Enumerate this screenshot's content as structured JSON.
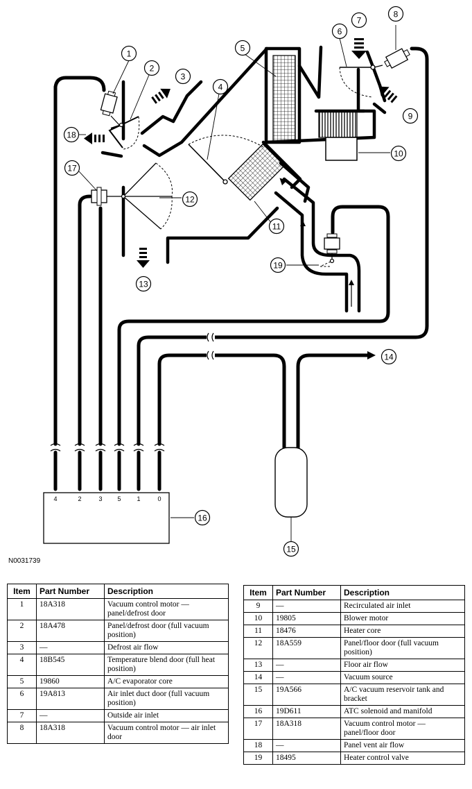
{
  "figure_id": "N0031739",
  "callouts": [
    "1",
    "2",
    "3",
    "4",
    "5",
    "6",
    "7",
    "8",
    "9",
    "10",
    "11",
    "12",
    "13",
    "14",
    "15",
    "16",
    "17",
    "18",
    "19"
  ],
  "manifold_ports": [
    "4",
    "2",
    "3",
    "5",
    "1",
    "0"
  ],
  "table_headers": {
    "item": "Item",
    "part_number": "Part Number",
    "description": "Description"
  },
  "table_left": [
    {
      "item": "1",
      "part": "18A318",
      "desc": "Vacuum control motor — panel/defrost door"
    },
    {
      "item": "2",
      "part": "18A478",
      "desc": "Panel/defrost door (full vacuum position)"
    },
    {
      "item": "3",
      "part": "—",
      "desc": "Defrost air flow"
    },
    {
      "item": "4",
      "part": "18B545",
      "desc": "Temperature blend door (full heat position)"
    },
    {
      "item": "5",
      "part": "19860",
      "desc": "A/C evaporator core"
    },
    {
      "item": "6",
      "part": "19A813",
      "desc": "Air inlet duct door (full vacuum position)"
    },
    {
      "item": "7",
      "part": "—",
      "desc": "Outside air inlet"
    },
    {
      "item": "8",
      "part": "18A318",
      "desc": "Vacuum control motor — air inlet door"
    }
  ],
  "table_right": [
    {
      "item": "9",
      "part": "—",
      "desc": "Recirculated air inlet"
    },
    {
      "item": "10",
      "part": "19805",
      "desc": "Blower motor"
    },
    {
      "item": "11",
      "part": "18476",
      "desc": "Heater core"
    },
    {
      "item": "12",
      "part": "18A559",
      "desc": "Panel/floor door (full vacuum position)"
    },
    {
      "item": "13",
      "part": "—",
      "desc": "Floor air flow"
    },
    {
      "item": "14",
      "part": "—",
      "desc": "Vacuum source"
    },
    {
      "item": "15",
      "part": "19A566",
      "desc": "A/C vacuum reservoir tank and bracket"
    },
    {
      "item": "16",
      "part": "19D611",
      "desc": "ATC solenoid and manifold"
    },
    {
      "item": "17",
      "part": "18A318",
      "desc": "Vacuum control motor — panel/floor door"
    },
    {
      "item": "18",
      "part": "—",
      "desc": "Panel vent air flow"
    },
    {
      "item": "19",
      "part": "18495",
      "desc": "Heater control valve"
    }
  ]
}
